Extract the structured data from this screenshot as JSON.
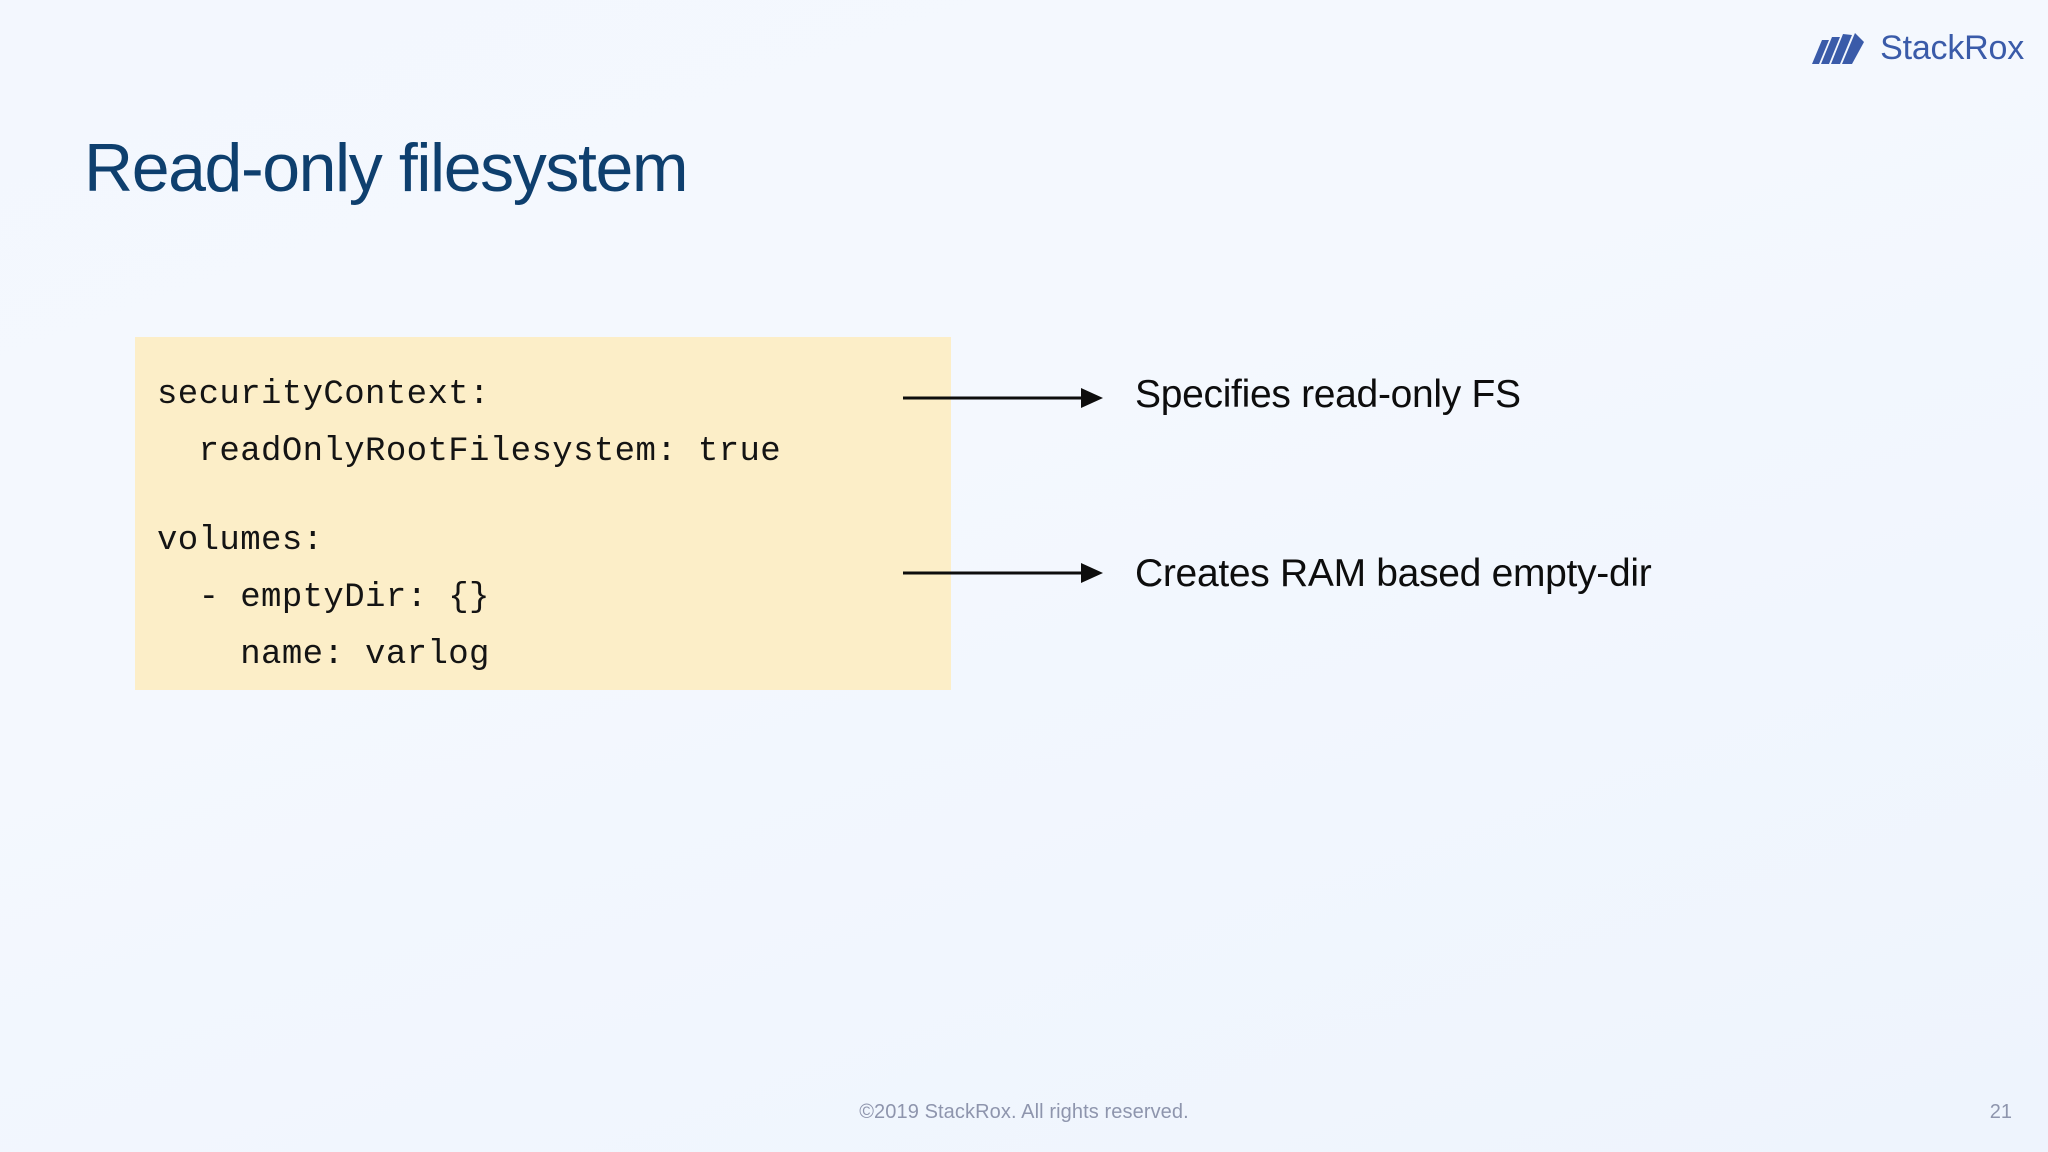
{
  "slide": {
    "title": "Read-only filesystem",
    "page_number": "21",
    "background_color": "#f4f8fe",
    "title_color": "#0e3f6e"
  },
  "brand": {
    "name": "StackRox",
    "logo_icon": "stackrox-stacked-cards-icon",
    "color": "#3a5ba9"
  },
  "code_block": {
    "background_color": "#fceec8",
    "text_color": "#141414",
    "lines": [
      "securityContext:",
      "  readOnlyRootFilesystem: true",
      "",
      "volumes:",
      "  - emptyDir: {}",
      "    name: varlog"
    ]
  },
  "callouts": [
    {
      "label": "Specifies read-only FS",
      "arrow_icon": "arrow-right-icon",
      "color": "#0d0d0d"
    },
    {
      "label": "Creates RAM based empty-dir",
      "arrow_icon": "arrow-right-icon",
      "color": "#0d0d0d"
    }
  ],
  "footer": {
    "copyright": "©2019 StackRox. All rights reserved.",
    "color": "#8e95ad"
  }
}
